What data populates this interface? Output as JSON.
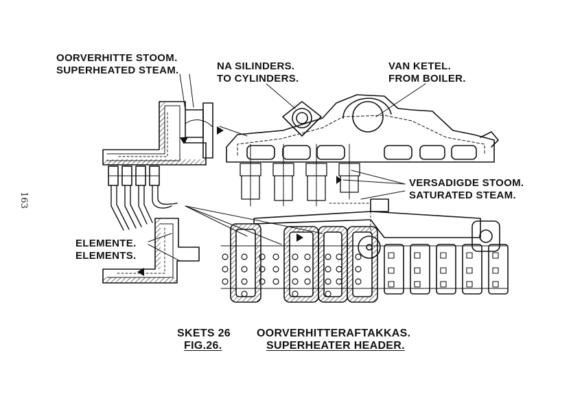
{
  "page_number": "163",
  "labels": {
    "superheated_af": "OORVERHITTE STOOM.",
    "superheated_en": "SUPERHEATED STEAM.",
    "to_cyl_af": "NA SILINDERS.",
    "to_cyl_en": "TO CYLINDERS.",
    "boiler_af": "VAN KETEL.",
    "boiler_en": "FROM BOILER.",
    "saturated_af": "VERSADIGDE STOOM.",
    "saturated_en": "SATURATED STEAM.",
    "elements_af": "ELEMENTE.",
    "elements_en": "ELEMENTS."
  },
  "caption": {
    "sketch_af": "SKETS 26",
    "fig_en": "FIG.26.",
    "title_af": "OORVERHITTERAFTAKKAS.",
    "title_en": "SUPERHEATER HEADER."
  },
  "colors": {
    "ink": "#111111",
    "paper": "#ffffff"
  }
}
